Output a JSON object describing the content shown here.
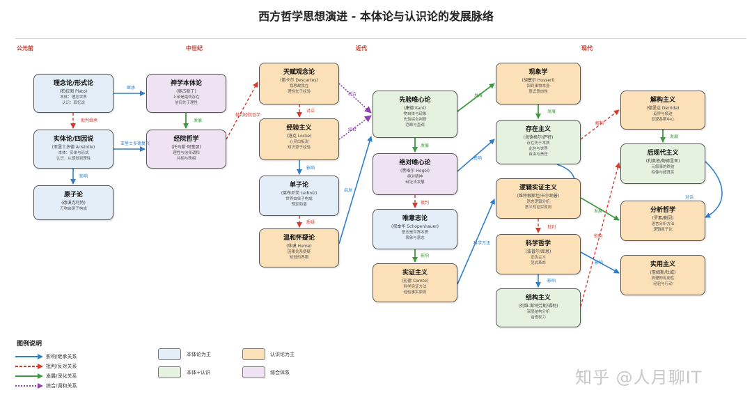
{
  "title": "西方哲学思想演进 - 本体论与认识论的发展脉络",
  "eras": [
    "公元前",
    "中世纪",
    "近代",
    "现代"
  ],
  "nodes": {
    "n01": {
      "title": "理念论/形式论",
      "person": "(柏拉图 Plato)",
      "lines": [
        "本体：理念世界",
        "认识：回忆说"
      ]
    },
    "n02": {
      "title": "实体论/四因说",
      "person": "(亚里士多德 Aristotle)",
      "lines": [
        "本体：实体与形式",
        "认识：从感觉到理性"
      ]
    },
    "n03": {
      "title": "原子论",
      "person": "(德谟克利特)",
      "lines": [
        "万物由原子构成"
      ]
    },
    "n04": {
      "title": "神学本体论",
      "person": "(奥古斯丁)",
      "lines": [
        "上帝是最终存在",
        "信仰先于理性"
      ]
    },
    "n05": {
      "title": "经院哲学",
      "person": "(托马斯·阿奎那)",
      "lines": [
        "理性与信仰调和",
        "共相与殊相"
      ]
    },
    "n06": {
      "title": "天赋观念论",
      "person": "(笛卡尔 Descartes)",
      "lines": [
        "我思故我在",
        "理性先于经验"
      ]
    },
    "n07": {
      "title": "经验主义",
      "person": "(洛克 Locke)",
      "lines": [
        "心灵白板说",
        "知识源于经验"
      ]
    },
    "n08": {
      "title": "单子论",
      "person": "(莱布尼茨 Leibniz)",
      "lines": [
        "世界由单子构成",
        "预定和谐"
      ]
    },
    "n09": {
      "title": "温和怀疑论",
      "person": "(休谟 Hume)",
      "lines": [
        "因果关系质疑",
        "知觉的界限"
      ]
    },
    "n10": {
      "title": "先验唯心论",
      "person": "(康德 Kant)",
      "lines": [
        "物自体与现象",
        "先验综合判断",
        "范畴与直观"
      ]
    },
    "n11": {
      "title": "绝对唯心论",
      "person": "(黑格尔 Hegel)",
      "lines": [
        "绝对精神",
        "辩证法发展"
      ]
    },
    "n12": {
      "title": "唯意志论",
      "person": "(叔本华 Schopenhauer)",
      "lines": [
        "意志是世界本质",
        "表象与意志"
      ]
    },
    "n13": {
      "title": "实证主义",
      "person": "(孔德 Comte)",
      "lines": [
        "科学实证方法",
        "经验事实原则"
      ]
    },
    "n14": {
      "title": "现象学",
      "person": "(胡塞尔 Husserl)",
      "lines": [
        "回到事物本身",
        "意识意向性"
      ]
    },
    "n15": {
      "title": "存在主义",
      "person": "(海德格尔/萨特)",
      "lines": [
        "存在先于本质",
        "此在与世界",
        "自由与责任"
      ]
    },
    "n16": {
      "title": "逻辑实证主义",
      "person": "(维特根斯坦/卡尔纳普)",
      "lines": [
        "语言逻辑分析",
        "意义的证实原则"
      ]
    },
    "n17": {
      "title": "科学哲学",
      "person": "(波普尔/库恩)",
      "lines": [
        "证伪主义",
        "范式革命"
      ]
    },
    "n18": {
      "title": "结构主义",
      "person": "(列维-斯特劳斯/福柯)",
      "lines": [
        "深层结构分析",
        "话语权力"
      ]
    },
    "n19": {
      "title": "解构主义",
      "person": "(德里达 Derrida)",
      "lines": [
        "延异与痕迹",
        "反逻各斯中心"
      ]
    },
    "n20": {
      "title": "后现代主义",
      "person": "(利奥塔/鲍德里亚)",
      "lines": [
        "元叙事的终结",
        "拟像与超真实"
      ]
    },
    "n21": {
      "title": "分析哲学",
      "person": "(罗素/蒯因)",
      "lines": [
        "语言分析方法",
        "逻辑原子论"
      ]
    },
    "n22": {
      "title": "实用主义",
      "person": "(詹姆斯/杜威)",
      "lines": [
        "真理即有用性",
        "经验与行动"
      ]
    }
  },
  "edge_labels": {
    "e1": "继承",
    "e2": "批判继承",
    "e3": "亚里士多德复兴",
    "e4": "影响",
    "e5": "发展",
    "e6": "批判经院哲学",
    "e7": "对立",
    "e8": "影响",
    "e9": "质疑",
    "e10": "综合",
    "e11": "综合",
    "e12": "启发",
    "e13": "发展",
    "e14": "批判",
    "e15": "影响",
    "e16": "发展",
    "e17": "影响",
    "e18": "科学方法",
    "e19": "发展",
    "e20": "批判",
    "e21": "影响",
    "e22": "解构",
    "e23": "发展",
    "e24": "发展",
    "e25": "对话",
    "e26": "影响",
    "e27": "影响"
  },
  "legend": {
    "title": "图例说明",
    "relations": [
      "影响/继承关系",
      "批判/反对关系",
      "发展/深化关系",
      "综合/调和关系"
    ],
    "categories": [
      "本体论为主",
      "认识论为主",
      "本体+认识",
      "综合体系"
    ]
  },
  "colors": {
    "influence": "#2f7fc8",
    "critique": "#d63a2f",
    "develop": "#3e9a3e",
    "synthesis": "#8e3fb0",
    "ontology": "#e3eef9",
    "epistemology": "#fbe0b8",
    "both": "#e6f2e0",
    "system": "#efe3f3"
  },
  "watermark": "知乎 @人月聊IT"
}
